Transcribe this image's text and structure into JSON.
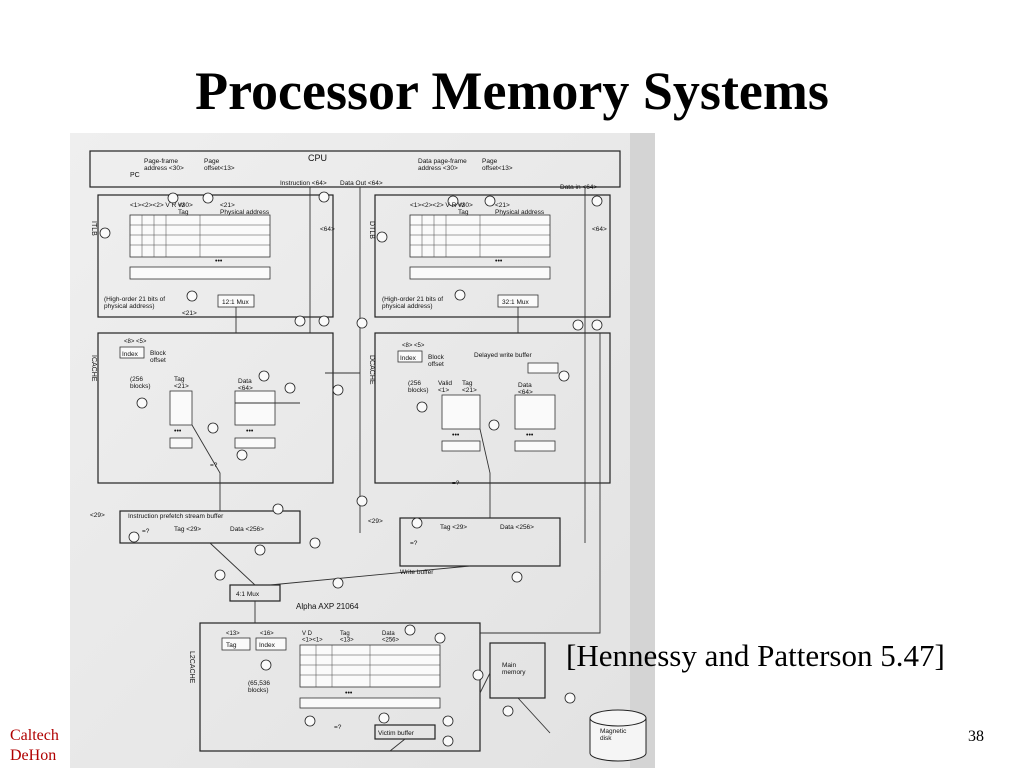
{
  "slide": {
    "title": "Processor Memory Systems",
    "citation": "[Hennessy and Patterson 5.47]",
    "footer": {
      "line1": "Caltech",
      "line2": "DeHon"
    },
    "page_number": "38"
  },
  "figure": {
    "cpu": "CPU",
    "alpha": "Alpha AXP 21064",
    "pc": "PC",
    "page_frame_address": "Page-frame\naddress <30>",
    "page_offset": "Page\noffset<13>",
    "data_page_frame_address": "Data page-frame\naddress <30>",
    "data_page_offset": "Page\noffset<13>",
    "instruction_bus": "Instruction <64>",
    "data_out": "Data Out <64>",
    "data_in": "Data in <64>",
    "itlb": "ITLB",
    "dtlb": "DTLB",
    "tlb_fields": "<1><2><2> V R W",
    "tlb_tag": "<30>\nTag",
    "tlb_phys": "<21>\nPhysical address",
    "itlb_mux": "12:1 Mux",
    "dtlb_mux": "32:1 Mux",
    "high_order": "(High-order 21 bits of\nphysical address)",
    "bits21": "<21>",
    "bits64": "<64>",
    "icache": "ICACHE",
    "dcache": "DCACHE",
    "index": "Index",
    "block_offset": "Block\noffset",
    "index_bits": "<8> <5>",
    "blocks256": "(256\nblocks)",
    "tag21": "Tag\n<21>",
    "data64": "Data\n<64>",
    "valid": "Valid\n<1>",
    "delayed_write_buffer": "Delayed write buffer",
    "prefetch": "Instruction prefetch stream buffer",
    "tag29": "Tag <29>",
    "data256": "Data <256>",
    "bits29": "<29>",
    "write_buffer": "Write buffer",
    "mux41": "4:1 Mux",
    "l2cache": "L2CACHE",
    "l2_tag_bits": "<13>",
    "l2_index_bits": "<16>",
    "l2_tag": "Tag",
    "l2_index": "Index",
    "l2_vd": "V D\n<1><1>",
    "l2_tag13": "Tag\n<13>",
    "l2_data": "Data\n<256>",
    "l2_blocks": "(65,536\nblocks)",
    "main_memory": "Main\nmemory",
    "victim_buffer": "Victim buffer",
    "magnetic_disk": "Magnetic\ndisk",
    "eq": "=?",
    "dots": "•••"
  }
}
